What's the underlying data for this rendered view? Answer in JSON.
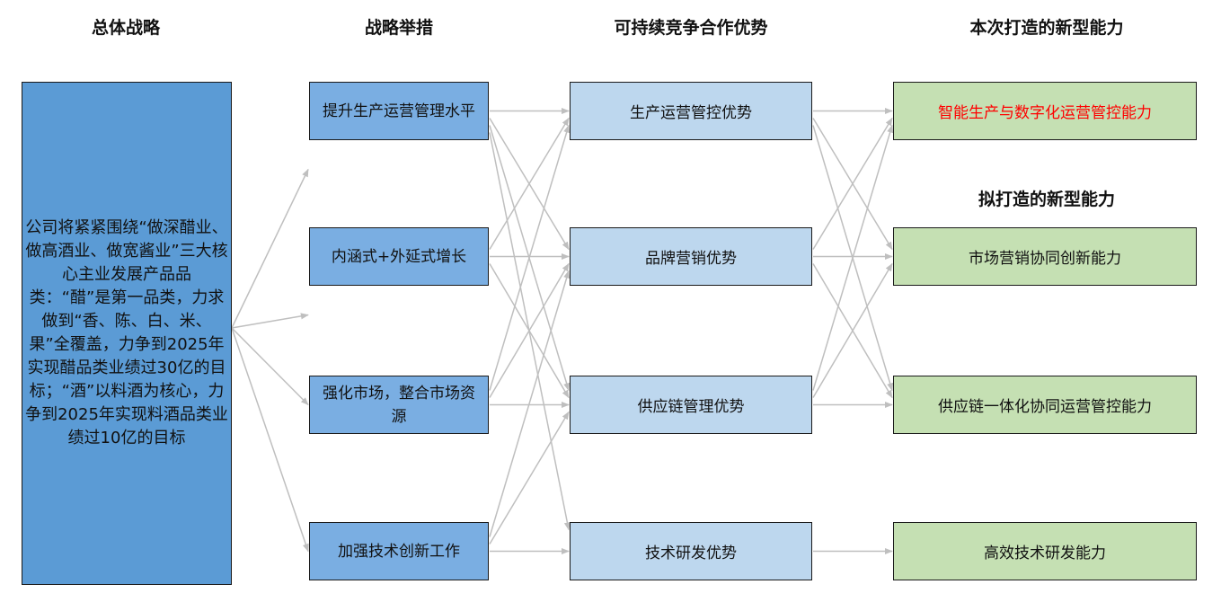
{
  "headers": {
    "strategy": "总体战略",
    "measures": "战略举措",
    "advantages": "可持续竞争合作优势",
    "capability_current": "本次打造的新型能力",
    "capability_planned": "拟打造的新型能力"
  },
  "strategy_text": "公司将紧紧围绕“做深醋业、做高酒业、做宽酱业”三大核心主业发展产品品类：“醋”是第一品类，力求做到“香、陈、白、米、果”全覆盖，力争到2025年实现醋品类业绩过30亿的目标；“酒”以料酒为核心，力争到2025年实现料酒品类业绩过10亿的目标",
  "measures": [
    "提升生产运营管理水平",
    "内涵式+外延式增长",
    "强化市场，整合市场资源",
    "加强技术创新工作"
  ],
  "advantages": [
    "生产运营管控优势",
    "品牌营销优势",
    "供应链管理优势",
    "技术研发优势"
  ],
  "capabilities": [
    "智能生产与数字化运营管控能力",
    "市场营销协同创新能力",
    "供应链一体化协同运营管控能力",
    "高效技术研发能力"
  ],
  "colors": {
    "strategy_fill": "#5b9bd5",
    "measure_fill": "#7aaee2",
    "advantage_fill": "#bdd7ee",
    "capability_fill": "#c5e0b3",
    "highlight_text": "#ff0000",
    "connector": "#bfbfbf"
  },
  "connections": {
    "measure_to_advantage": [
      [
        0,
        0
      ],
      [
        0,
        1
      ],
      [
        0,
        2
      ],
      [
        0,
        3
      ],
      [
        1,
        0
      ],
      [
        1,
        1
      ],
      [
        1,
        2
      ],
      [
        2,
        0
      ],
      [
        2,
        1
      ],
      [
        2,
        2
      ],
      [
        3,
        1
      ],
      [
        3,
        2
      ],
      [
        3,
        3
      ]
    ],
    "advantage_to_capability": [
      [
        0,
        0
      ],
      [
        0,
        1
      ],
      [
        0,
        2
      ],
      [
        1,
        0
      ],
      [
        1,
        1
      ],
      [
        1,
        2
      ],
      [
        2,
        0
      ],
      [
        2,
        1
      ],
      [
        2,
        2
      ],
      [
        3,
        3
      ]
    ]
  }
}
